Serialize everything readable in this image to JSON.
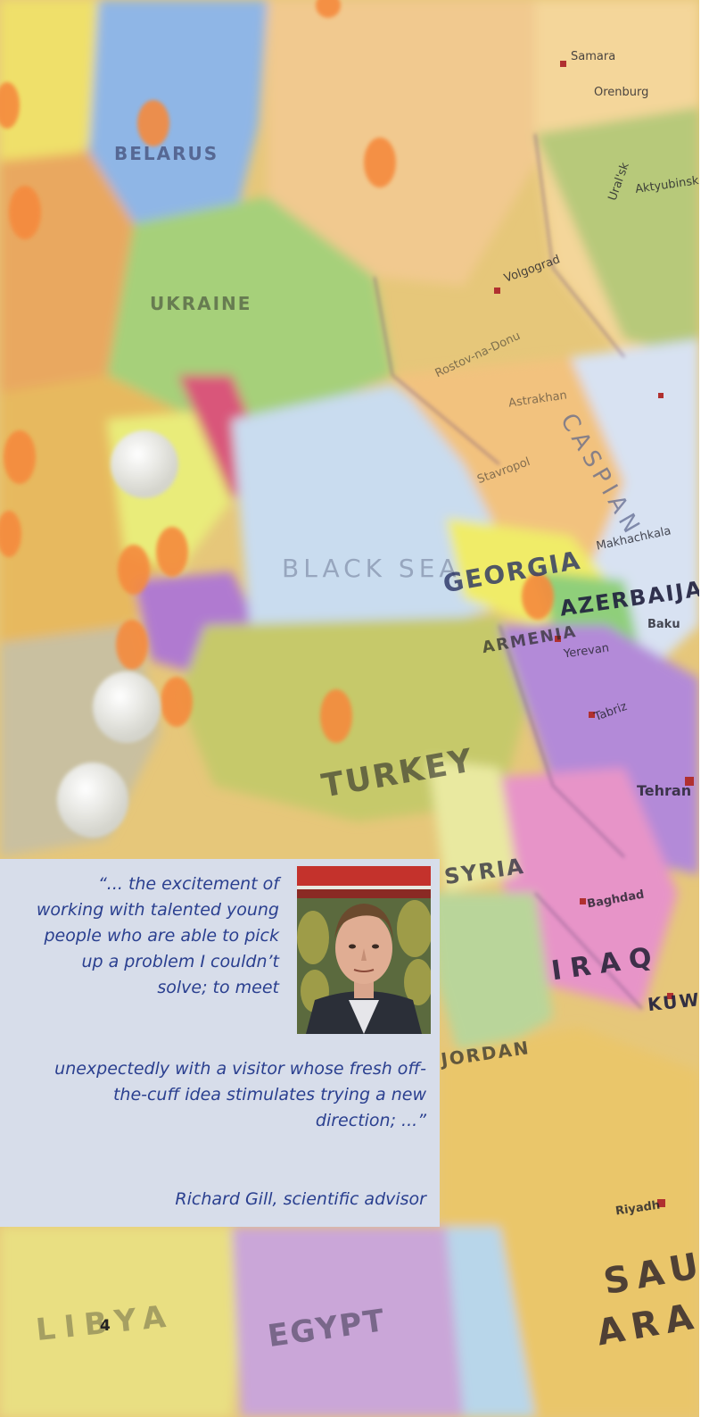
{
  "quote": {
    "part1": "“... the excitement of working with talented young people who are able to pick up a problem I couldn’t solve; to meet",
    "part2": "unexpectedly with a visitor whose fresh off-the-cuff idea stimulates trying a new direction; ...”",
    "attribution": "Richard Gill, scientific advisor"
  },
  "page_number": "4",
  "map_labels": {
    "belarus": "BELARUS",
    "ukraine": "UKRAINE",
    "black_sea": "BLACK SEA",
    "georgia": "GEORGIA",
    "azerbaijan": "AZERBAIJAN",
    "armenia": "ARMENIA",
    "turkey": "TURKEY",
    "syria": "SYRIA",
    "iraq": "IRAQ",
    "jordan": "JORDAN",
    "kuwait": "KUWAIT",
    "saudi_arabia_1": "SAUDI",
    "saudi_arabia_2": "ARABIA",
    "egypt": "EGYPT",
    "libya": "LIBYA",
    "caspian": "CASPIAN",
    "samara": "Samara",
    "orenburg": "Orenburg",
    "uralsk": "Ural'sk",
    "aktyubinsk": "Aktyubinsk",
    "volgograd": "Volgograd",
    "astrakhan": "Astrakhan",
    "makhachkala": "Makhachkala",
    "baku": "Baku",
    "yerevan": "Yerevan",
    "tabriz": "Tabriz",
    "tehran": "Tehran",
    "baghdad": "Baghdad",
    "riyadh": "Riyadh",
    "rostov": "Rostov-na-Donu",
    "stavropol": "Stavropol"
  },
  "colors": {
    "quote_text": "#2a3f8f",
    "quote_box": "#d6def0"
  }
}
